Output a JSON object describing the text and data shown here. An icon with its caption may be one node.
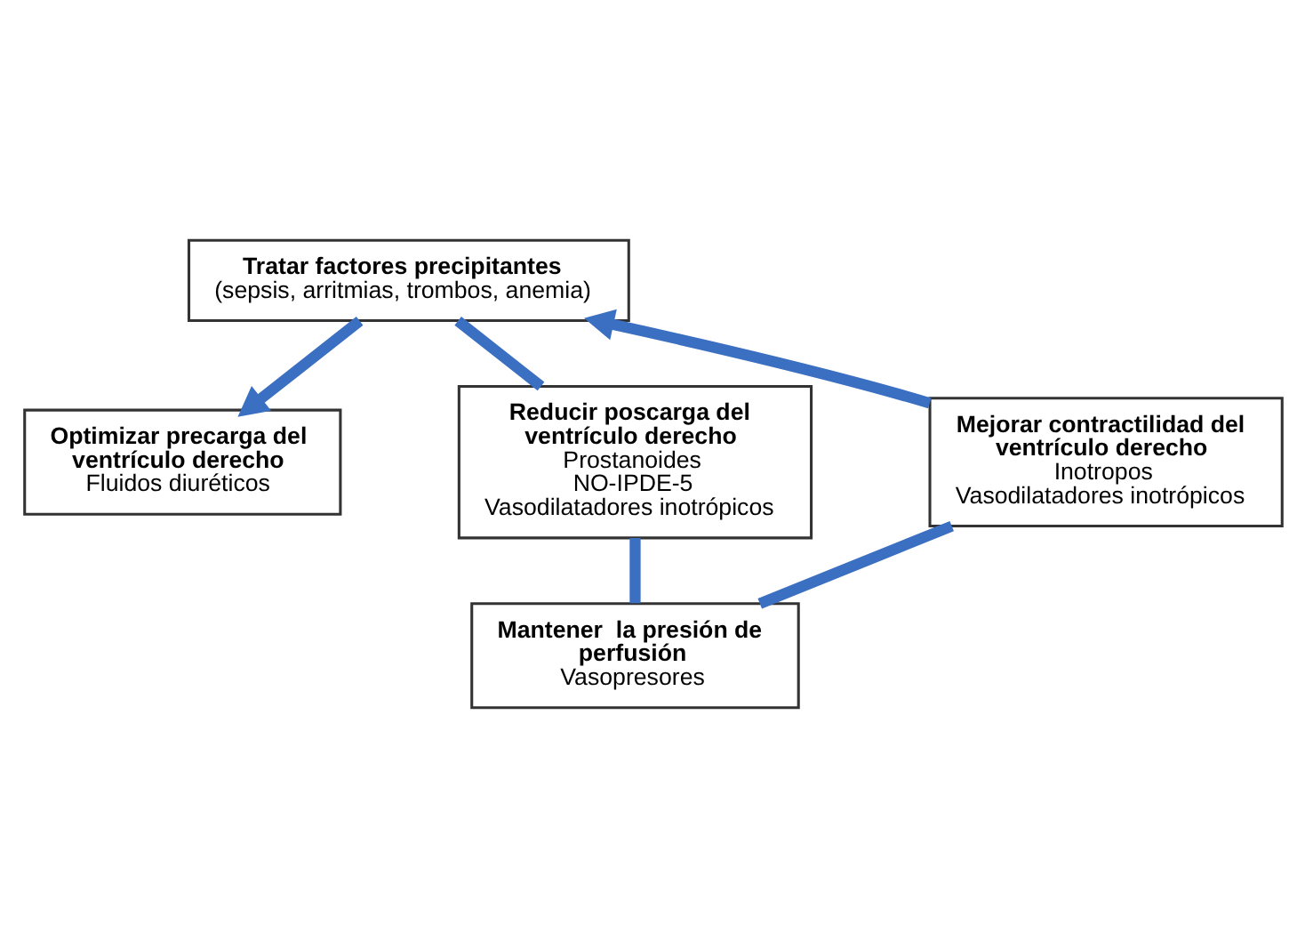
{
  "diagram": {
    "nodes": [
      {
        "text": [
          "Tratar factores precipitantes",
          "(sepsis, arritmias, trombos, anemia)"
        ]
      },
      {
        "text": [
          "Optimizar precarga del ventrículo derecho",
          "Fluidos diuréticos"
        ]
      },
      {
        "text": [
          "Reducir poscarga del ventrículo derecho",
          "Prostanoides",
          "NO-IPDE-5",
          "Vasodilatadores inotrópicos"
        ]
      },
      {
        "text": [
          "Mantener  la presión de perfusión",
          "Vasopresores"
        ]
      },
      {
        "text": [
          "Mejorar contractilidad del ventrículo derecho",
          "Inotropos",
          "Vasodilatadores inotrópicos"
        ]
      }
    ],
    "edges": [
      {
        "from": 0,
        "to": 1,
        "arrow": "to"
      },
      {
        "from": 0,
        "to": 2,
        "arrow": "none"
      },
      {
        "from": 2,
        "to": 3,
        "arrow": "none"
      },
      {
        "from": 3,
        "to": 4,
        "arrow": "none"
      },
      {
        "from": 4,
        "to": 0,
        "arrow": "to"
      }
    ]
  }
}
